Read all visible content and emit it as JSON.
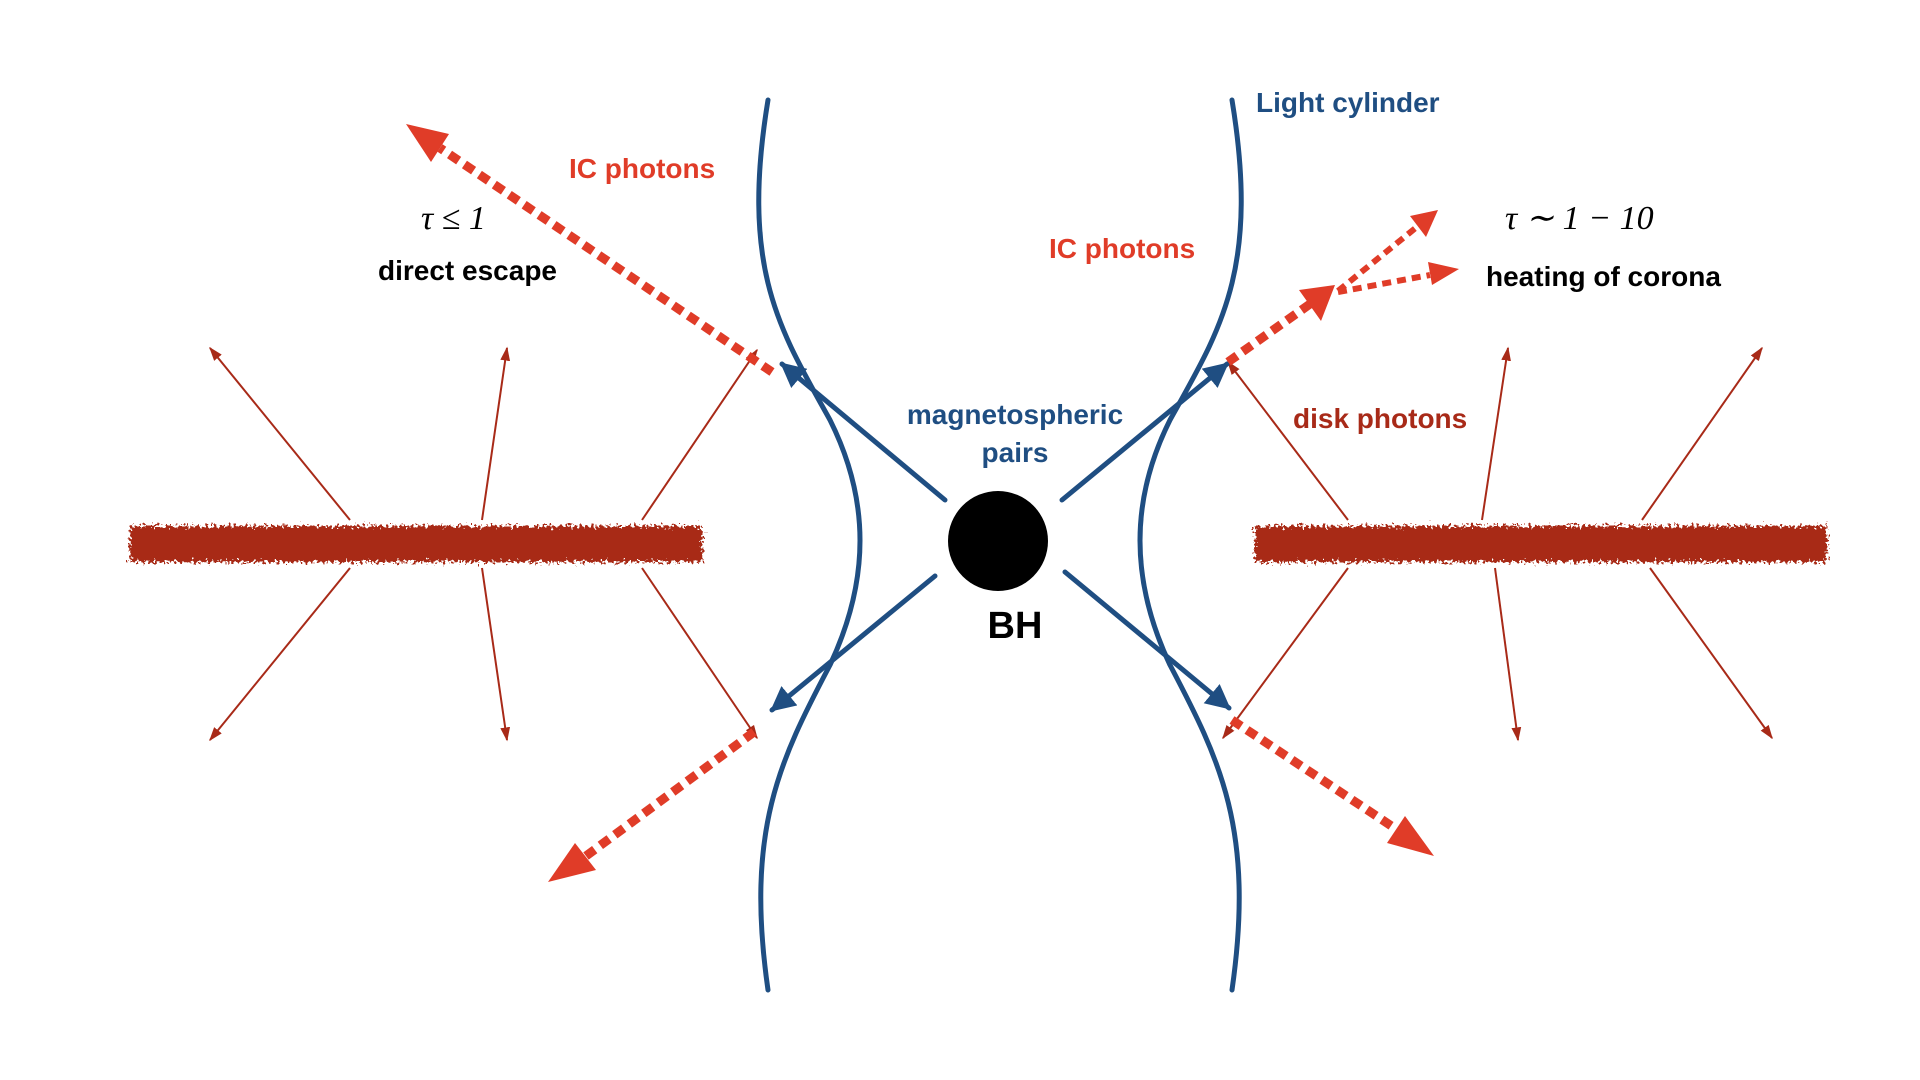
{
  "colors": {
    "blue": "#1f4e82",
    "red": "#e03c28",
    "dark_red": "#a82a18",
    "black": "#000000"
  },
  "labels": {
    "light_cylinder": "Light cylinder",
    "ic_photons_left": "IC photons",
    "ic_photons_right": "IC photons",
    "tau_left": "τ ≤ 1",
    "direct_escape": "direct escape",
    "tau_right": "τ ∼ 1 − 10",
    "heating_of_corona": "heating of corona",
    "magnetospheric_1": "magnetospheric",
    "magnetospheric_2": "pairs",
    "disk_photons": "disk photons",
    "bh": "BH"
  }
}
